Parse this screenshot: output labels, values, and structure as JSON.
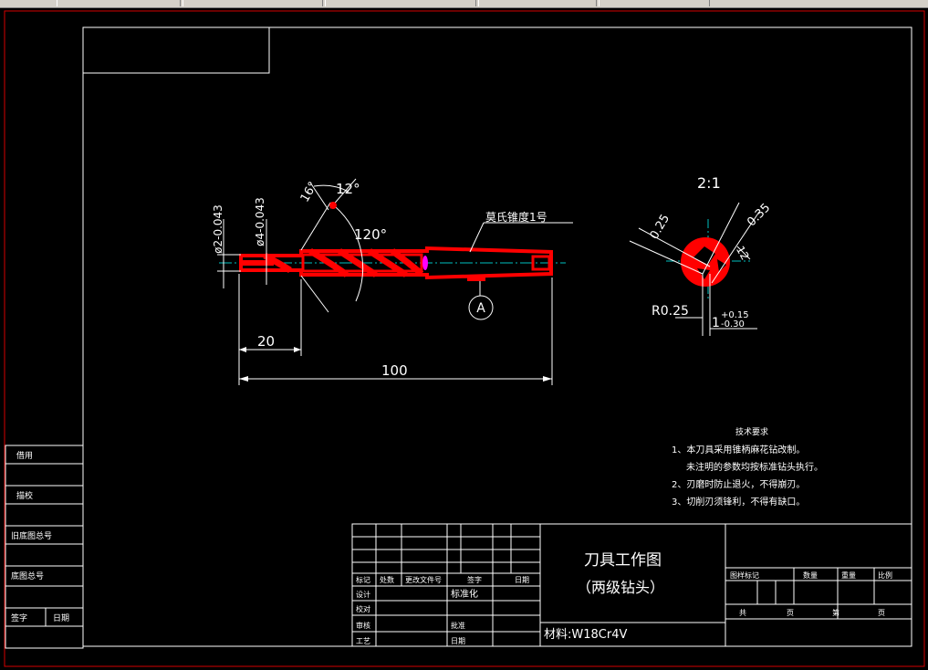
{
  "colors": {
    "background": "#000000",
    "line": "#ffffff",
    "markup": "#ff0000",
    "dim": "#ffff00",
    "frame": "#d40000"
  },
  "main_view": {
    "dim_d2": "ø2-0.043",
    "dim_d4": "ø4-0.043",
    "angle_16": "16°",
    "angle_12": "12°",
    "angle_120": "120°",
    "morse_taper": "莫氏锥度1号",
    "section_label": "A",
    "dim_20": "20",
    "dim_100": "100"
  },
  "detail_view": {
    "scale": "2:1",
    "dim_025": "0.25",
    "dim_035": "0.35",
    "dim_12": "12",
    "dim_r025": "R0.25",
    "dim_1": "1",
    "tol_upper": "+0.15",
    "tol_lower": "-0.30"
  },
  "notes": {
    "title": "技术要求",
    "lines": [
      "1、本刀具采用锥柄麻花钻改制。",
      "未注明的参数均按标准钻头执行。",
      "2、刃磨时防止退火，不得崩刃。",
      "3、切削刃须锋利，不得有缺口。"
    ]
  },
  "title_block": {
    "title_line1": "刀具工作图",
    "title_line2": "（两级钻头）",
    "material": "材料:W18Cr4V",
    "rev_headers": [
      "标记",
      "处数",
      "更改文件号",
      "签字",
      "日期"
    ],
    "rows": [
      {
        "label": "设计",
        "mid": "标准化"
      },
      {
        "label": "校对",
        "mid": ""
      },
      {
        "label": "审核",
        "mid": "批准"
      },
      {
        "label": "工艺",
        "mid": "日期"
      }
    ],
    "right_headers": [
      "图样标记",
      "数量",
      "重量",
      "比例"
    ],
    "sheet_labels": [
      "共",
      "页",
      "第",
      "页"
    ]
  },
  "left_block": [
    "借用",
    "描校",
    "旧底图总号",
    "底图总号",
    "签字",
    "日期"
  ]
}
